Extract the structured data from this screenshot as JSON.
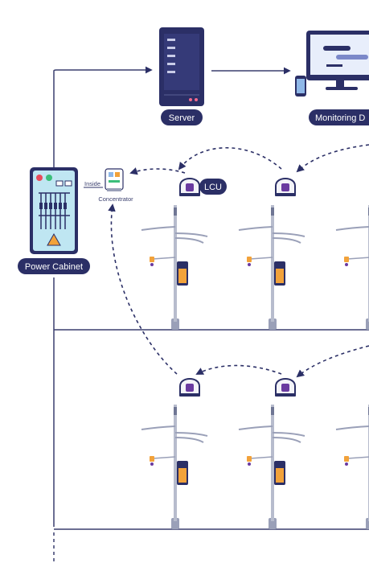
{
  "labels": {
    "server": "Server",
    "monitoring": "Monitoring D",
    "power_cabinet": "Power Cabinet",
    "lcu": "LCU",
    "inside": "Inside",
    "concentrator": "Concentrator"
  },
  "colors": {
    "navy": "#2b2f66",
    "line": "#3a3f6e",
    "pole": "#9aa0b8",
    "cabinet_fill": "#bfe6f2",
    "lamp_fill": "#f3f3f8",
    "accent_purple": "#6a3aa0",
    "accent_orange": "#f2a23a"
  },
  "icons": {
    "server": "server-icon",
    "monitor": "monitor-icon",
    "phone": "phone-icon",
    "cabinet": "power-cabinet-icon",
    "concentrator": "concentrator-icon",
    "lcu": "lcu-lamp-icon",
    "pole": "street-light-pole-icon"
  }
}
